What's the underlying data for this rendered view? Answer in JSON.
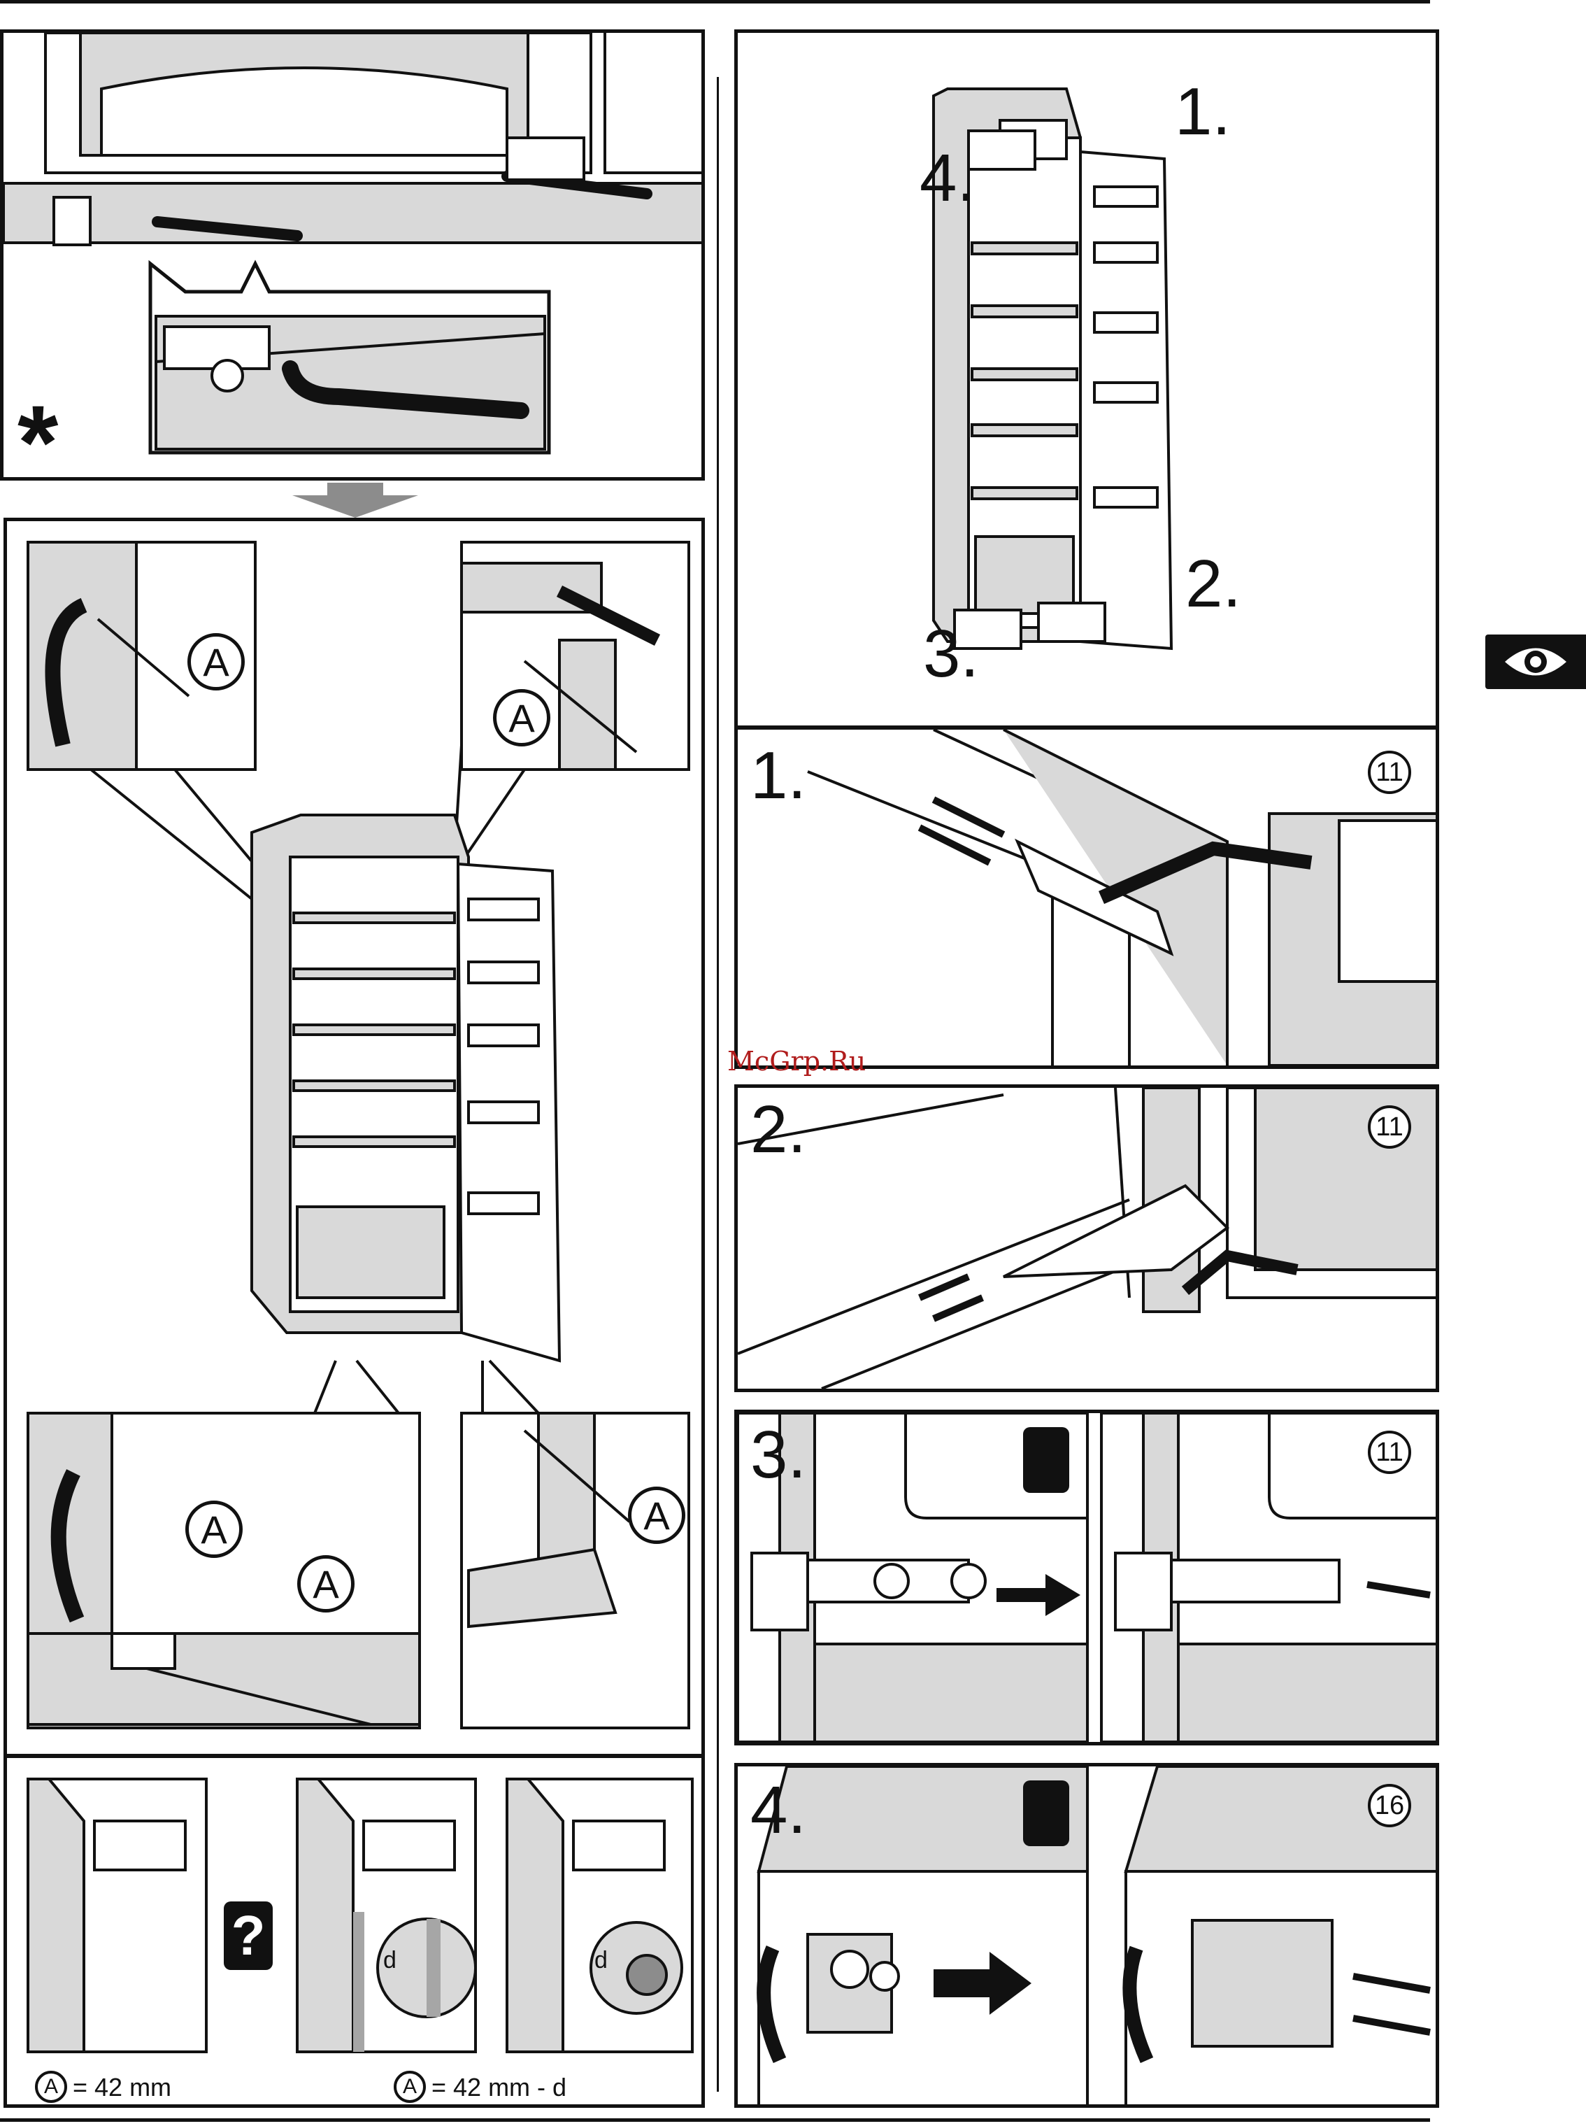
{
  "steps": {
    "overview_1": "1.",
    "overview_2": "2.",
    "overview_3": "3.",
    "overview_4": "4.",
    "panel_1": "1.",
    "panel_2": "2.",
    "panel_3": "3.",
    "panel_4": "4."
  },
  "markers": {
    "circled_a": "A",
    "circled_11": "11",
    "circled_16": "16",
    "question": "?",
    "asterisk": "*",
    "dimension_d": "d"
  },
  "captions": {
    "a_equals_42": "= 42 mm",
    "a_equals_42_minus_d": "= 42 mm - d"
  },
  "watermark": "McGrp.Ru",
  "colors": {
    "line": "#111111",
    "gray_fill": "#d9d9d9",
    "mid_gray": "#a6a6a6",
    "arrow_gray": "#8c8c8c",
    "watermark": "#b01c1c"
  },
  "icons": [
    "eye-icon",
    "wrench-icon",
    "screw-icon",
    "hinge-icon",
    "arrow-icon"
  ]
}
